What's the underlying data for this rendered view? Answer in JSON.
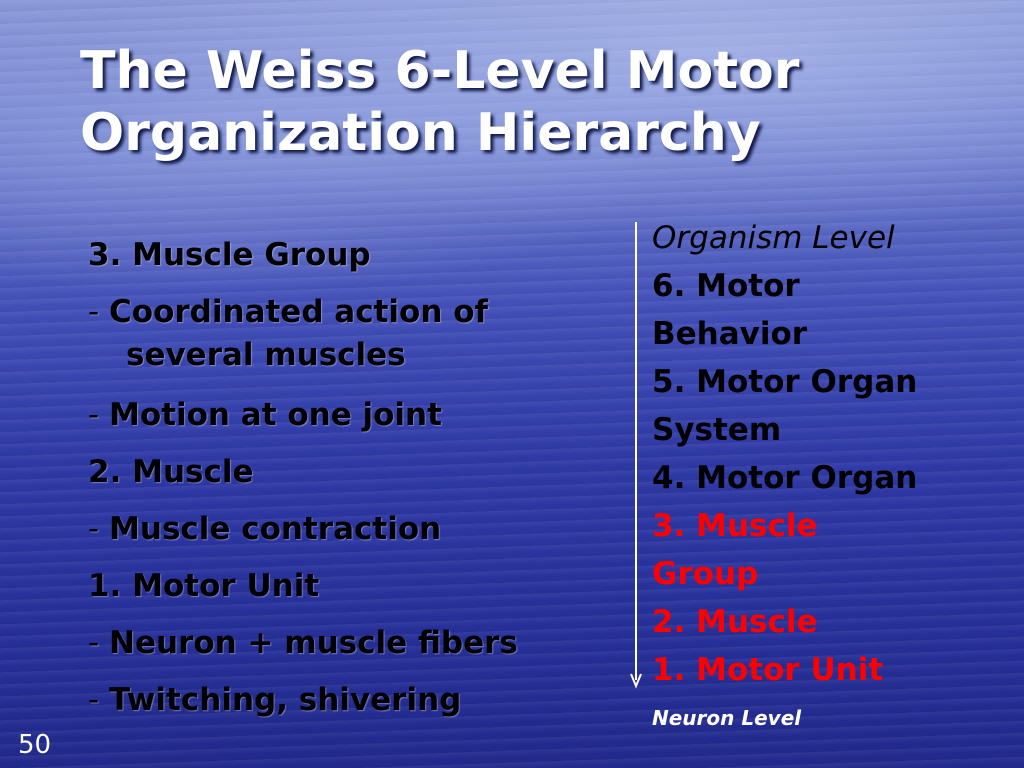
{
  "slide": {
    "title_line1": "The Weiss 6-Level Motor",
    "title_line2": "Organization Hierarchy",
    "page_number": "50"
  },
  "left_list": [
    {
      "prefix": "",
      "text": "3. Muscle Group"
    },
    {
      "prefix": "- ",
      "text": "Coordinated action of",
      "continuation": "several muscles"
    },
    {
      "prefix": "- ",
      "text": "Motion at one joint"
    },
    {
      "prefix": "",
      "text": "2. Muscle"
    },
    {
      "prefix": "- ",
      "text": "Muscle contraction"
    },
    {
      "prefix": "",
      "text": "1. Motor Unit"
    },
    {
      "prefix": "- ",
      "text": "Neuron + muscle fibers"
    },
    {
      "prefix": "- ",
      "text": "Twitching, shivering"
    }
  ],
  "hierarchy": {
    "top_label": "Organism Level",
    "levels": [
      {
        "line1": "6. Motor",
        "line2": "Behavior",
        "color": "#000000"
      },
      {
        "line1": "5. Motor Organ",
        "line2": "System",
        "color": "#000000"
      },
      {
        "line1": "4. Motor Organ",
        "line2": "",
        "color": "#000000"
      },
      {
        "line1": "3. Muscle",
        "line2": "Group",
        "color": "#ff0000"
      },
      {
        "line1": "2. Muscle",
        "line2": "",
        "color": "#ff0000"
      },
      {
        "line1": "1. Motor Unit",
        "line2": "",
        "color": "#ff0000"
      }
    ],
    "bottom_label": "Neuron Level"
  },
  "colors": {
    "title": "#ffffff",
    "highlight": "#ff0000",
    "arrow": "#ffffff"
  }
}
